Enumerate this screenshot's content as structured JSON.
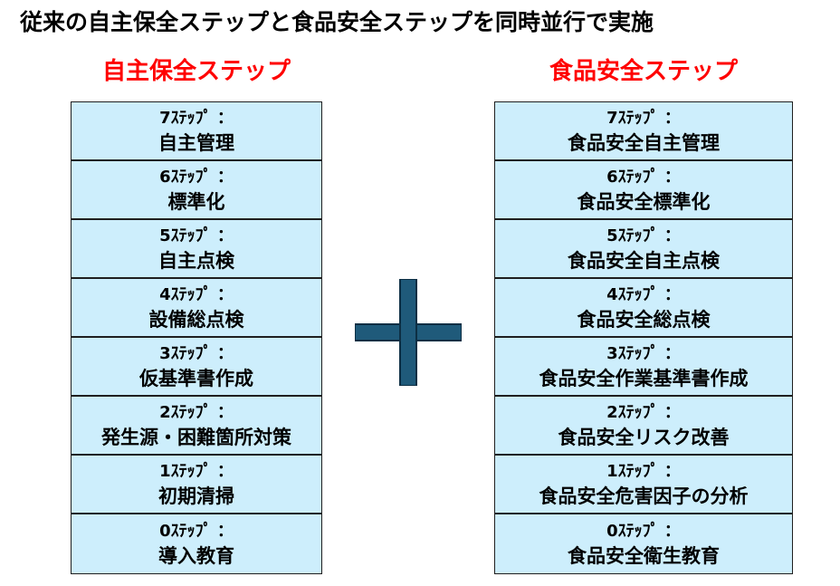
{
  "title": "従来の自主保全ステップと食品安全ステップを同時並行で実施",
  "colors": {
    "heading": "#ff0000",
    "box_fill": "#cdeefc",
    "box_border": "#1f1f1f",
    "plus": "#1f5a7a"
  },
  "icons": {
    "plus": "plus-icon"
  },
  "left_column": {
    "heading": "自主保全ステップ",
    "steps": [
      {
        "label": "7ｽﾃｯﾌﾟ ：",
        "name": "自主管理"
      },
      {
        "label": "6ｽﾃｯﾌﾟ ：",
        "name": "標準化"
      },
      {
        "label": "5ｽﾃｯﾌﾟ ：",
        "name": "自主点検"
      },
      {
        "label": "4ｽﾃｯﾌﾟ ：",
        "name": "設備総点検"
      },
      {
        "label": "3ｽﾃｯﾌﾟ ：",
        "name": "仮基準書作成"
      },
      {
        "label": "2ｽﾃｯﾌﾟ ：",
        "name": "発生源・困難箇所対策"
      },
      {
        "label": "1ｽﾃｯﾌﾟ ：",
        "name": "初期清掃"
      },
      {
        "label": "0ｽﾃｯﾌﾟ ：",
        "name": "導入教育"
      }
    ]
  },
  "right_column": {
    "heading": "食品安全ステップ",
    "steps": [
      {
        "label": "7ｽﾃｯﾌﾟ ：",
        "name": "食品安全自主管理"
      },
      {
        "label": "6ｽﾃｯﾌﾟ ：",
        "name": "食品安全標準化"
      },
      {
        "label": "5ｽﾃｯﾌﾟ ：",
        "name": "食品安全自主点検"
      },
      {
        "label": "4ｽﾃｯﾌﾟ ：",
        "name": "食品安全総点検"
      },
      {
        "label": "3ｽﾃｯﾌﾟ ：",
        "name": "食品安全作業基準書作成"
      },
      {
        "label": "2ｽﾃｯﾌﾟ ：",
        "name": "食品安全リスク改善"
      },
      {
        "label": "1ｽﾃｯﾌﾟ ：",
        "name": "食品安全危害因子の分析"
      },
      {
        "label": "0ｽﾃｯﾌﾟ ：",
        "name": "食品安全衛生教育"
      }
    ]
  }
}
